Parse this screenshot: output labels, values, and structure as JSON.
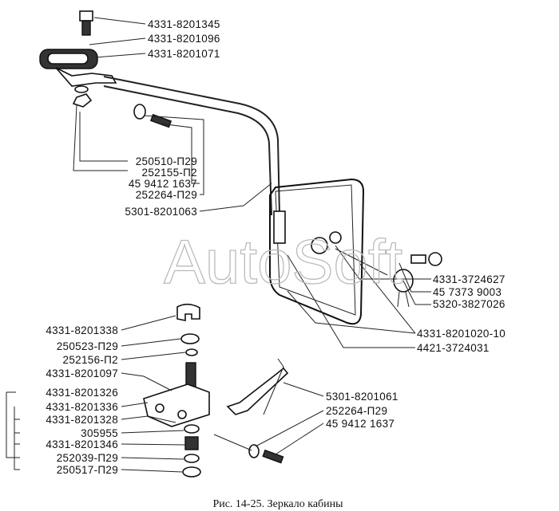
{
  "watermark": "AutoSoft",
  "caption": "Рис. 14-25. Зеркало кабины",
  "labels_top": [
    "4331-8201345",
    "4331-8201096",
    "4331-8201071"
  ],
  "labels_left_mid": [
    "250510-П29",
    "252155-П2",
    "45 9412 1637",
    "252264-П29",
    "5301-8201063"
  ],
  "labels_right_mid": [
    "4331-3724627",
    "45 7373 9003",
    "5320-3827026",
    "4331-8201020-10",
    "4421-3724031"
  ],
  "labels_bottom_left": [
    "4331-8201338",
    "250523-П29",
    "252156-П2",
    "4331-8201097",
    "4331-8201326",
    "4331-8201336",
    "4331-8201328",
    "305955",
    "4331-8201346",
    "252039-П29",
    "250517-П29"
  ],
  "labels_bottom_right": [
    "5301-8201061",
    "252264-П29",
    "45 9412 1637"
  ]
}
